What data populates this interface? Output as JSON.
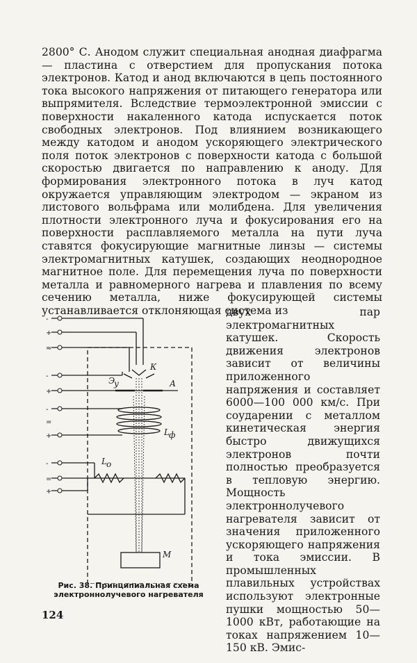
{
  "body_top": "2800° С. Анодом служит специальная анодная диафрагма — пластина с отверстием для пропускания потока электронов. Катод и анод включаются в цепь постоянного тока высокого напряжения от питающего генератора или выпрямителя. Вследствие термоэлектронной эмиссии с поверхности накаленного катода испускается поток свободных электронов. Под влиянием возникающего между катодом и анодом ускоряющего электрического поля поток электронов с поверхности катода с большой скоростью двигается по направлению к аноду. Для формирования электронного потока в луч катод окружается управляющим электродом — экраном из листового вольфрама или молибдена. Для увеличения плотности электронного луча и фокусирования его на поверхности расплавляемого металла на пути луча ставятся фокусирующие магнитные линзы — системы электромагнитных катушек, создающих неоднородное магнитное поле. Для перемещения луча по поверхности металла и равномерного нагрева и плавления по всему сечению металла, ниже фокусирующей системы устанавливается отклоняющая система из",
  "body_side": "двух пар электромагнитных катушек. Скорость движения электронов зависит от величины приложенного напряжения и составляет 6000—100 000 км/с. При соударении с металлом кинетическая энергия быстро движущихся электронов почти полностью преобразуется в тепловую энергию. Мощность электроннолучевого нагревателя зависит от значения приложенного ускоряющего напряжения и тока эмиссии. В промышленных плавильных устройствах используют электронные пушки мощностью 50—1000 кВт, работающие на токах напряжением 10—150 кВ. Эмис-",
  "figure": {
    "caption": "Рис. 38. Принципиальная схема электроннолучевого нагревателя",
    "labels": {
      "cathode": "К",
      "control_electrode": "Э",
      "control_subscript": "у",
      "anode": "А",
      "focus_lens": "L",
      "focus_subscript": "ф",
      "deflect_coil": "L",
      "deflect_subscript": "о",
      "metal": "М"
    },
    "terminal_signs": [
      "-",
      "+",
      "≈",
      "-",
      "+",
      "-",
      "=",
      "+",
      "-",
      "=",
      "+"
    ]
  },
  "page_number": "124"
}
